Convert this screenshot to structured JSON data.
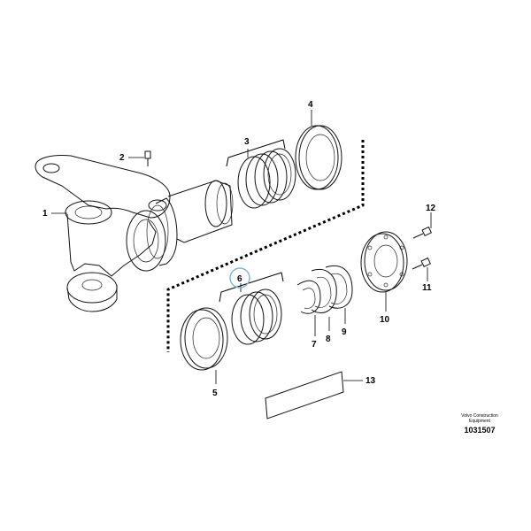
{
  "diagram": {
    "callouts": {
      "c1": "1",
      "c2": "2",
      "c3": "3",
      "c4": "4",
      "c5": "5",
      "c6": "6",
      "c7": "7",
      "c8": "8",
      "c9": "9",
      "c10": "10",
      "c11": "11",
      "c12": "12",
      "c13": "13"
    },
    "highlight_color": "#7fb3d5",
    "credit": {
      "line1": "Volvo Construction",
      "line2": "Equipment",
      "ref": "1031507"
    }
  }
}
